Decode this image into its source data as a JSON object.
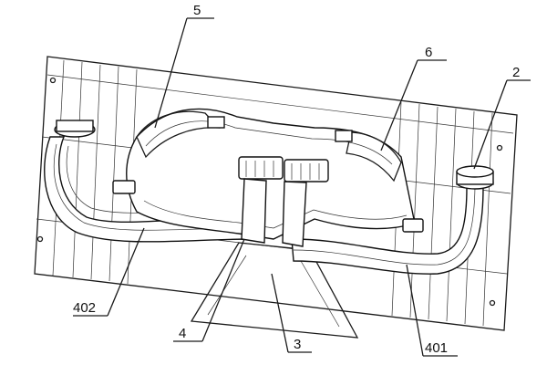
{
  "figure": {
    "callouts": [
      {
        "id": "c5",
        "label": "5"
      },
      {
        "id": "c6",
        "label": "6"
      },
      {
        "id": "c2",
        "label": "2"
      },
      {
        "id": "c402",
        "label": "402"
      },
      {
        "id": "c4",
        "label": "4"
      },
      {
        "id": "c3",
        "label": "3"
      },
      {
        "id": "c401",
        "label": "401"
      }
    ]
  }
}
